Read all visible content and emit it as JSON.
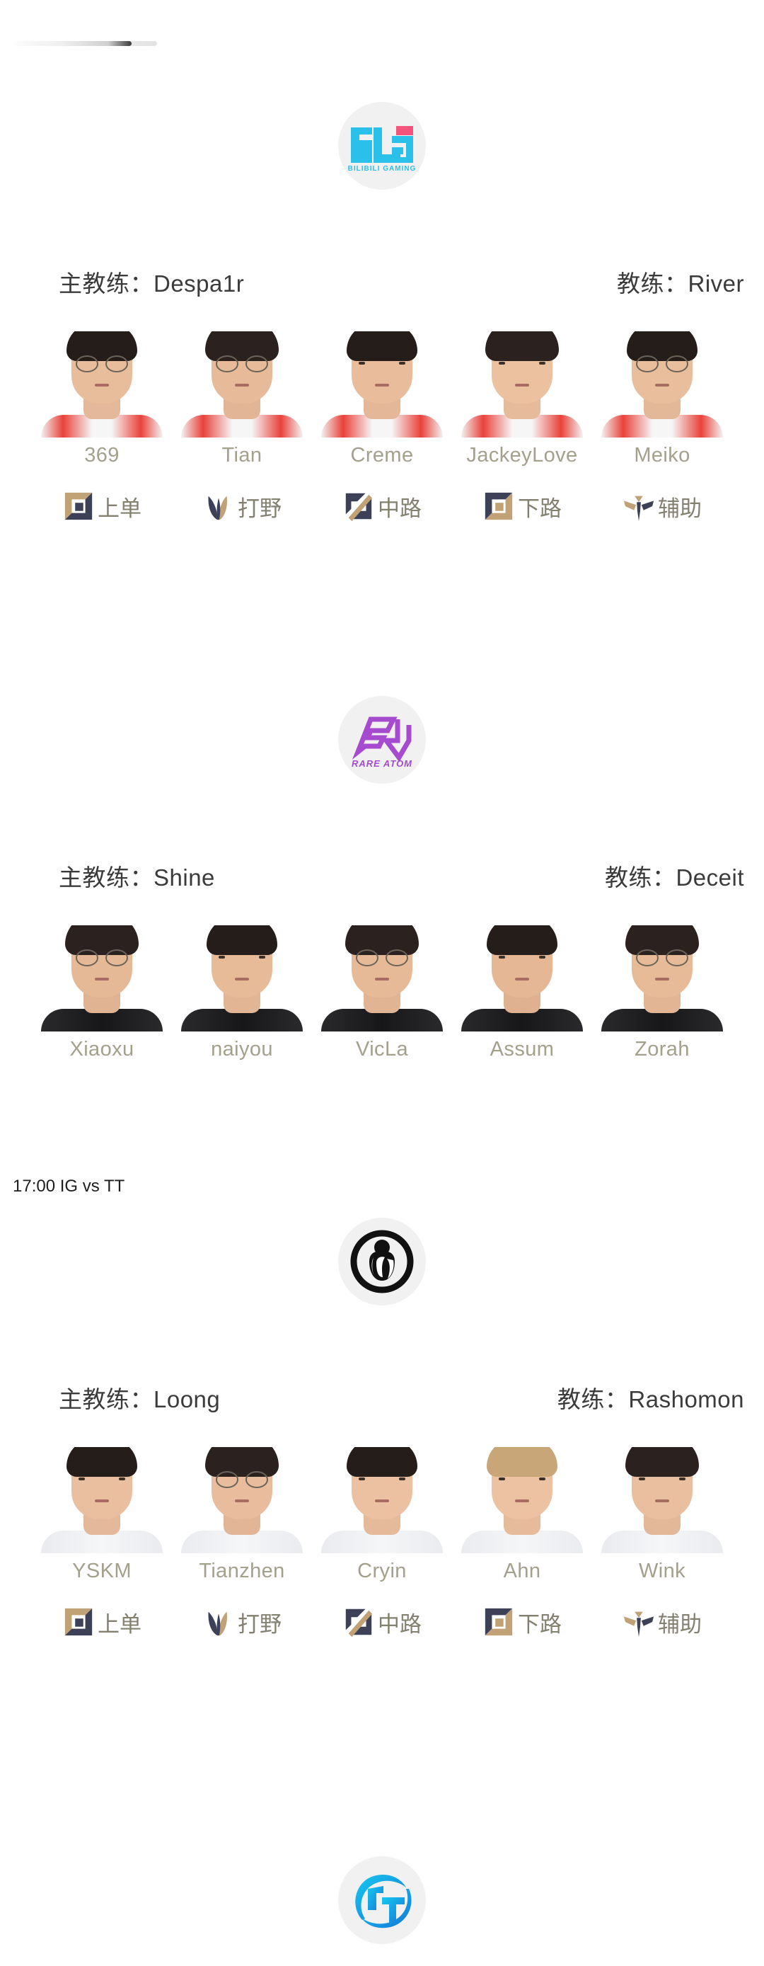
{
  "page": {
    "background": "#ffffff",
    "loadbar": {
      "name": "page-load-progress",
      "percent": 82
    }
  },
  "labels": {
    "head_coach_prefix": "主教练：",
    "coach_prefix": "教练："
  },
  "colors": {
    "player_name": "#a3a08c",
    "role_label": "#83806f",
    "coach_text": "#3b3b3b",
    "role_gold": "#c0a276",
    "role_navy": "#3c4158",
    "blg_cyan": "#2bc0ea",
    "blg_pink": "#f4547b",
    "ra_purple": "#a64ad0",
    "ig_black": "#111111",
    "tt_blue": "#1aa5e0"
  },
  "roles": [
    {
      "label": "上单",
      "icon": "top-lane-icon"
    },
    {
      "label": "打野",
      "icon": "jungle-icon"
    },
    {
      "label": "中路",
      "icon": "mid-lane-icon"
    },
    {
      "label": "下路",
      "icon": "bot-lane-icon"
    },
    {
      "label": "辅助",
      "icon": "support-icon"
    }
  ],
  "teams": [
    {
      "id": "blg",
      "logo_text_main": "BLG",
      "logo_text_sub": "BILIBILI GAMING",
      "head_coach": "主教练：Despa1r",
      "coach": "教练：River",
      "show_roles": true,
      "players": [
        {
          "name": "369"
        },
        {
          "name": "Tian"
        },
        {
          "name": "Creme"
        },
        {
          "name": "JackeyLove"
        },
        {
          "name": "Meiko"
        }
      ]
    },
    {
      "id": "ra",
      "logo_text_main": "RA",
      "logo_text_sub": "RARE ATOM",
      "head_coach": "主教练：Shine",
      "coach": "教练：Deceit",
      "show_roles": false,
      "players": [
        {
          "name": "Xiaoxu"
        },
        {
          "name": "naiyou"
        },
        {
          "name": "VicLa"
        },
        {
          "name": "Assum"
        },
        {
          "name": "Zorah"
        }
      ]
    },
    {
      "id": "ig",
      "logo_text_main": "IG",
      "logo_text_sub": "",
      "head_coach": "主教练：Loong",
      "coach": "教练：Rashomon",
      "show_roles": true,
      "players": [
        {
          "name": "YSKM"
        },
        {
          "name": "Tianzhen"
        },
        {
          "name": "Cryin"
        },
        {
          "name": "Ahn"
        },
        {
          "name": "Wink"
        }
      ]
    },
    {
      "id": "tt",
      "logo_text_main": "TT",
      "logo_text_sub": "",
      "head_coach": "",
      "coach": "",
      "show_roles": false,
      "players": []
    }
  ],
  "match_divider": {
    "text": "17:00 IG vs TT"
  }
}
